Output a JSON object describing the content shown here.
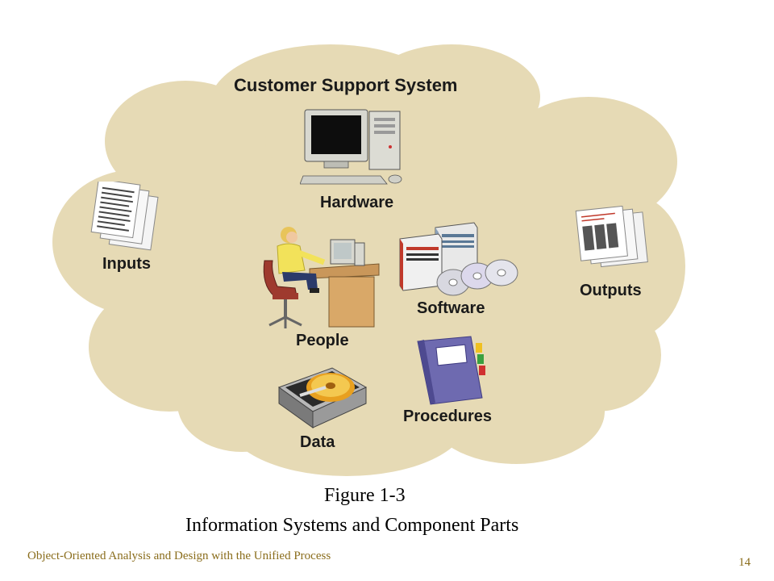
{
  "diagram": {
    "title": "Customer Support System",
    "components": {
      "hardware": "Hardware",
      "inputs": "Inputs",
      "outputs": "Outputs",
      "people": "People",
      "software": "Software",
      "procedures": "Procedures",
      "data": "Data"
    }
  },
  "caption": {
    "figure": "Figure 1-3",
    "subtitle": "Information Systems and Component Parts"
  },
  "footer": {
    "book": "Object-Oriented Analysis and Design with the Unified Process",
    "page": "14"
  },
  "colors": {
    "cloud": "#e6dab5",
    "footer_text": "#8a6d1c"
  }
}
